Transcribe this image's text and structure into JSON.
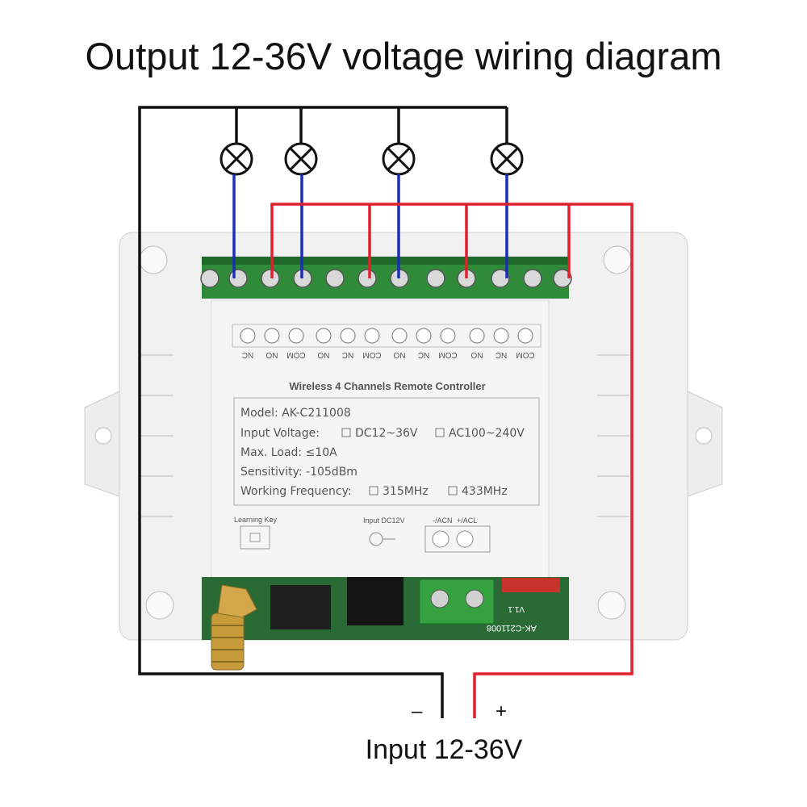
{
  "title": "Output 12-36V voltage wiring diagram",
  "input_label": "Input 12-36V",
  "polarity": {
    "minus": "–",
    "plus": "+"
  },
  "device": {
    "heading": "Wireless 4 Channels Remote Controller",
    "terminal_labels": [
      "NC",
      "NO",
      "COM",
      "NO",
      "NC",
      "COM",
      "NO",
      "NC",
      "COM",
      "NO",
      "NC",
      "COM"
    ],
    "specs": {
      "model": "Model:  AK-C211008",
      "input_voltage_label": "Input Voltage:",
      "input_voltage_opt1": "DC12~36V",
      "input_voltage_opt2": "AC100~240V",
      "max_load": "Max. Load:  ≤10A",
      "sensitivity": "Sensitivity:  -105dBm",
      "freq_label": "Working Frequency:",
      "freq_opt1": "315MHz",
      "freq_opt2": "433MHz"
    },
    "learning_key": "Learning Key",
    "input_dc": "Input  DC12V",
    "acn": "-/ACN",
    "acl": "+/ACL",
    "pcb_text": "AK-C211008",
    "pcb_ver": "V1.1"
  },
  "colors": {
    "wire_neutral": "#111111",
    "wire_load": "#1a2fb5",
    "wire_positive": "#e0212b",
    "terminal_green": "#2e8b3a",
    "case": "#eeeeee"
  }
}
